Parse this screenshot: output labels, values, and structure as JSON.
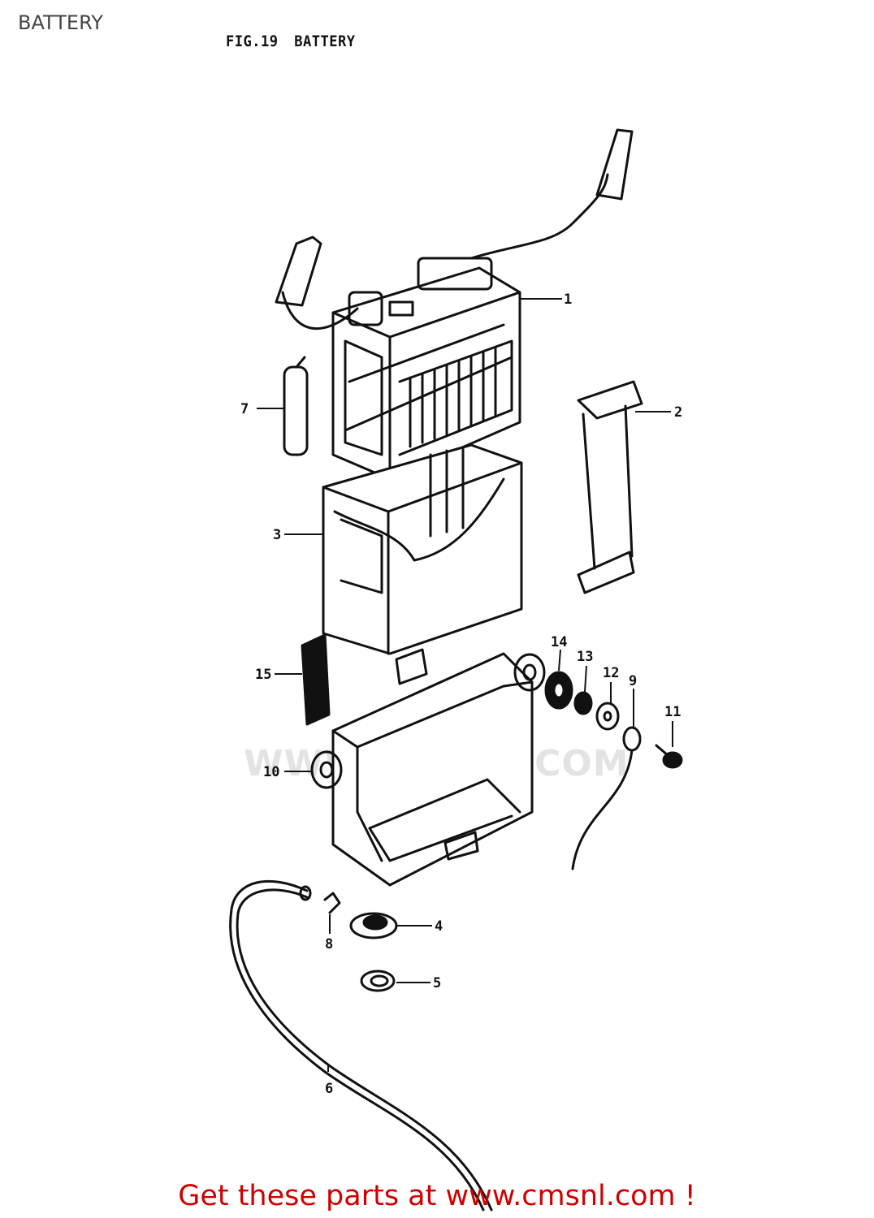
{
  "page": {
    "label": "BATTERY"
  },
  "figure": {
    "number": "FIG.19",
    "title": "BATTERY"
  },
  "watermark": {
    "text": "WWW.CMSNL.COM"
  },
  "parts": [
    {
      "id": "1",
      "label": "1"
    },
    {
      "id": "2",
      "label": "2"
    },
    {
      "id": "3",
      "label": "3"
    },
    {
      "id": "4",
      "label": "4"
    },
    {
      "id": "5",
      "label": "5"
    },
    {
      "id": "6",
      "label": "6"
    },
    {
      "id": "7",
      "label": "7"
    },
    {
      "id": "8",
      "label": "8"
    },
    {
      "id": "9",
      "label": "9"
    },
    {
      "id": "10",
      "label": "10"
    },
    {
      "id": "11",
      "label": "11"
    },
    {
      "id": "12",
      "label": "12"
    },
    {
      "id": "13",
      "label": "13"
    },
    {
      "id": "14",
      "label": "14"
    },
    {
      "id": "15",
      "label": "15"
    }
  ],
  "footer": {
    "link_text": "Get these parts at www.cmsnl.com !"
  },
  "colors": {
    "line": "#111111",
    "link": "#d10000",
    "watermark": "#e3e3e3"
  }
}
